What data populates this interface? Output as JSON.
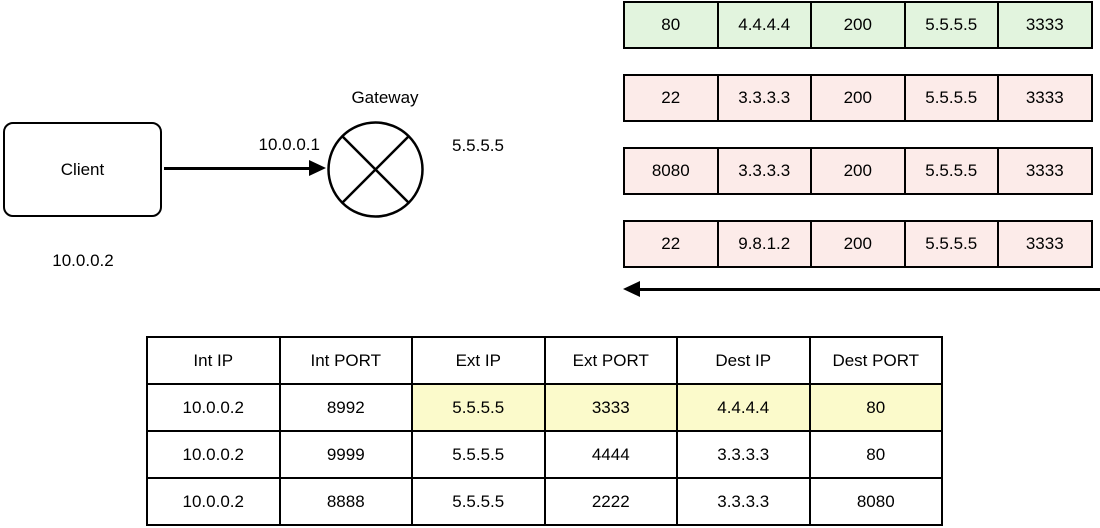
{
  "diagram": {
    "client": {
      "label": "Client",
      "ip": "10.0.0.2"
    },
    "gateway": {
      "label": "Gateway",
      "internal_ip": "10.0.0.1",
      "external_ip": "5.5.5.5"
    }
  },
  "packets": {
    "rows": [
      {
        "color": "#e2f4de",
        "cells": [
          "80",
          "4.4.4.4",
          "200",
          "5.5.5.5",
          "3333"
        ]
      },
      {
        "color": "#fcebe9",
        "cells": [
          "22",
          "3.3.3.3",
          "200",
          "5.5.5.5",
          "3333"
        ]
      },
      {
        "color": "#fcebe9",
        "cells": [
          "8080",
          "3.3.3.3",
          "200",
          "5.5.5.5",
          "3333"
        ]
      },
      {
        "color": "#fcebe9",
        "cells": [
          "22",
          "9.8.1.2",
          "200",
          "5.5.5.5",
          "3333"
        ]
      }
    ]
  },
  "nat_table": {
    "headers": [
      "Int IP",
      "Int PORT",
      "Ext IP",
      "Ext PORT",
      "Dest IP",
      "Dest PORT"
    ],
    "rows": [
      {
        "cells": [
          "10.0.0.2",
          "8992",
          "5.5.5.5",
          "3333",
          "4.4.4.4",
          "80"
        ]
      },
      {
        "cells": [
          "10.0.0.2",
          "9999",
          "5.5.5.5",
          "4444",
          "3.3.3.3",
          "80"
        ]
      },
      {
        "cells": [
          "10.0.0.2",
          "8888",
          "5.5.5.5",
          "2222",
          "3.3.3.3",
          "8080"
        ]
      }
    ]
  },
  "colors": {
    "packet_green": "#e2f4de",
    "packet_pink": "#fcebe9",
    "highlight_yellow": "#fbfacb",
    "border": "#000000"
  }
}
